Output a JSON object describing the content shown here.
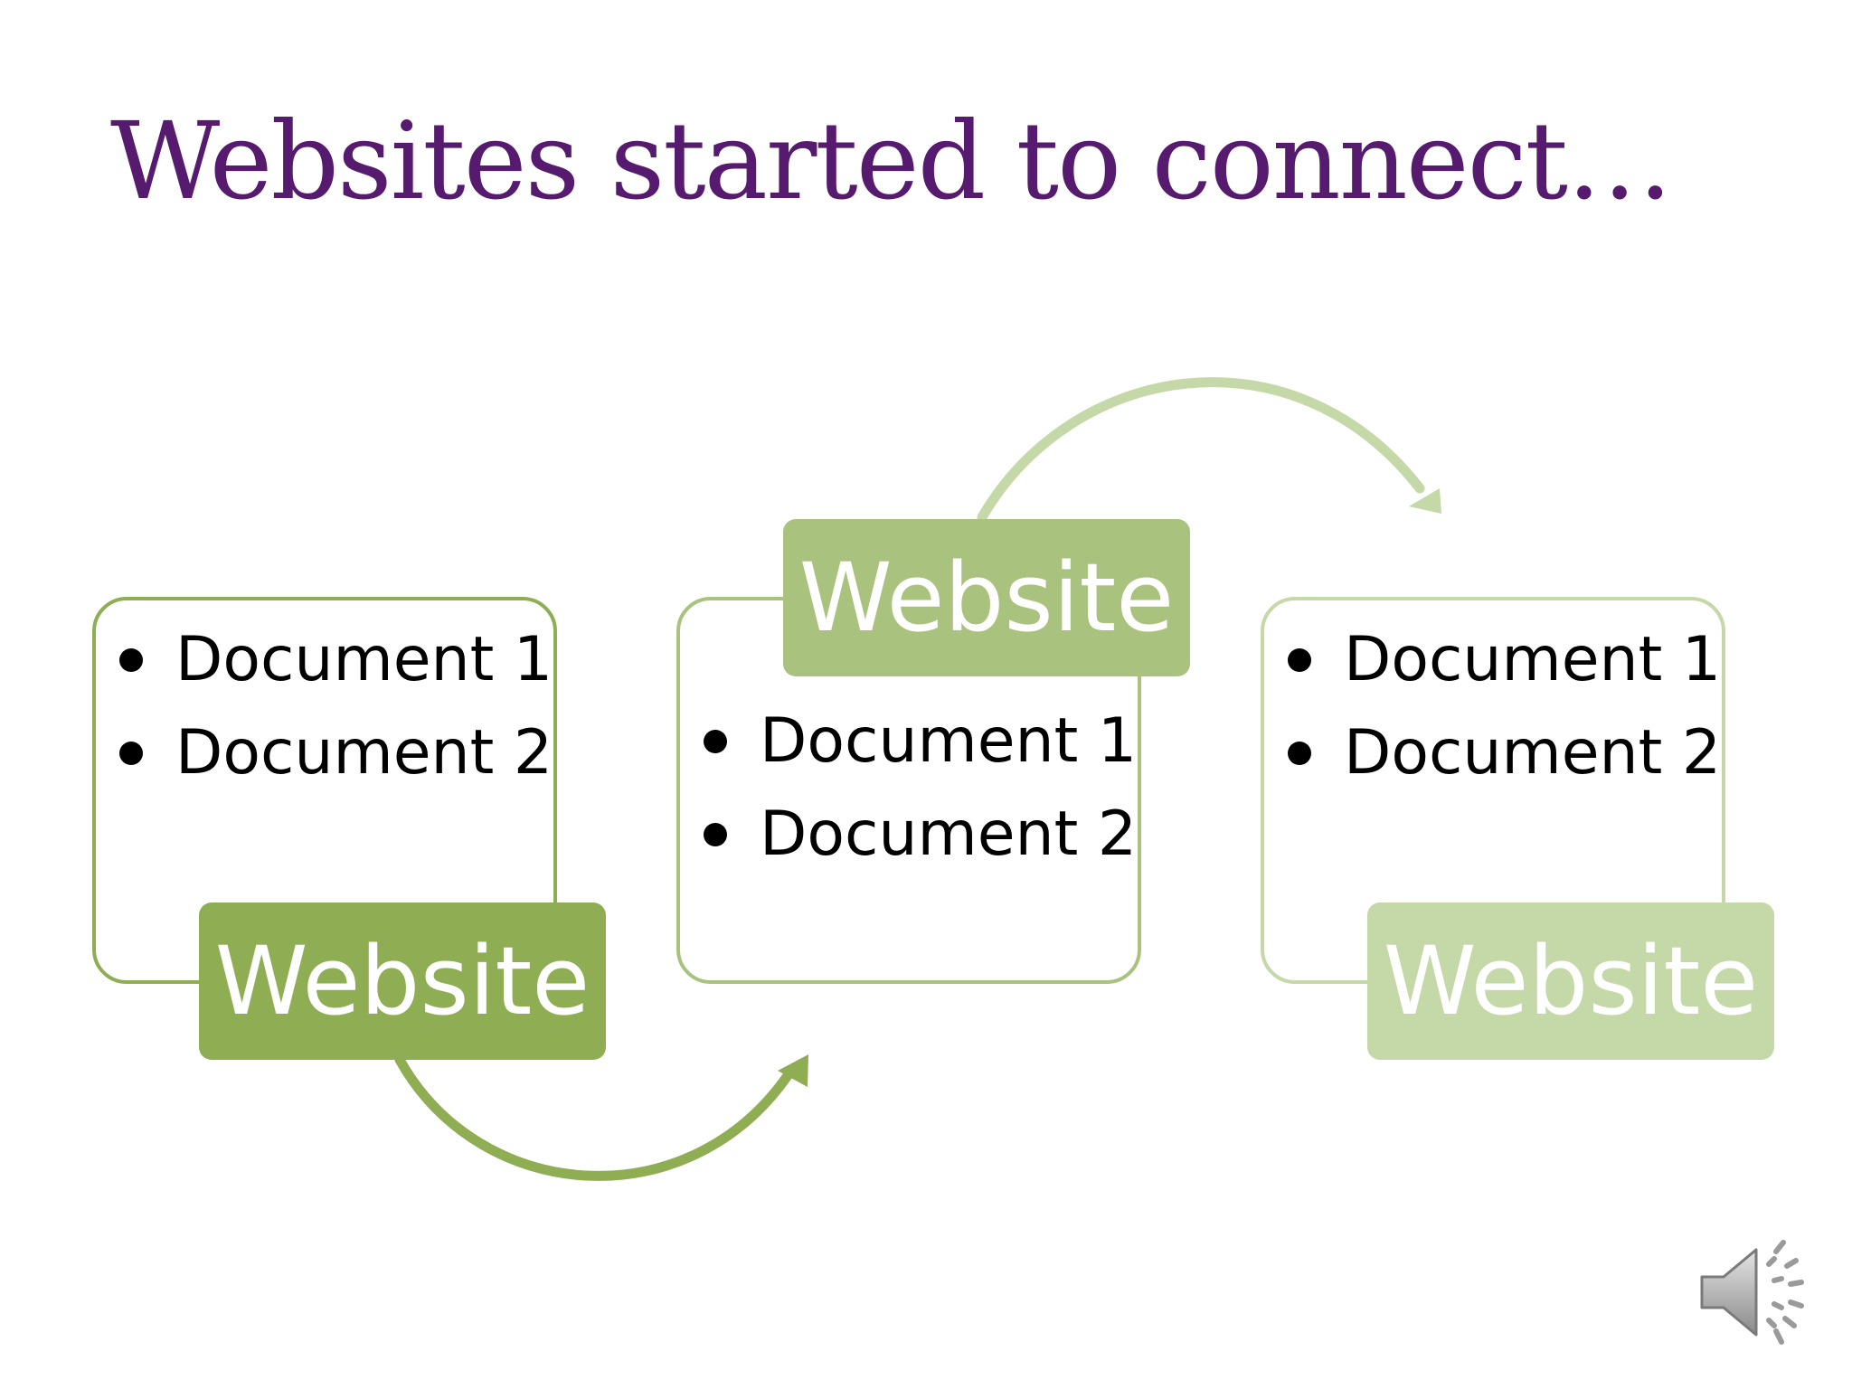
{
  "slide": {
    "title": "Websites started to connect…",
    "title_color": "#561a6f"
  },
  "groups": [
    {
      "label": "Website",
      "documents": [
        "Document 1",
        "Document 2"
      ],
      "label_color": "#8fae54",
      "border_color": "#8fae54"
    },
    {
      "label": "Website",
      "documents": [
        "Document 1",
        "Document 2"
      ],
      "label_color": "#a9c37e",
      "border_color": "#a9c37e"
    },
    {
      "label": "Website",
      "documents": [
        "Document 1",
        "Document 2"
      ],
      "label_color": "#c5d8a8",
      "border_color": "#c5d8a8"
    }
  ],
  "arrows": [
    {
      "direction": "from group 1 to group 2",
      "color": "#8fae54"
    },
    {
      "direction": "from group 2 to group 3",
      "color": "#c5d8a8"
    }
  ],
  "audio": {
    "icon": "speaker-icon"
  }
}
